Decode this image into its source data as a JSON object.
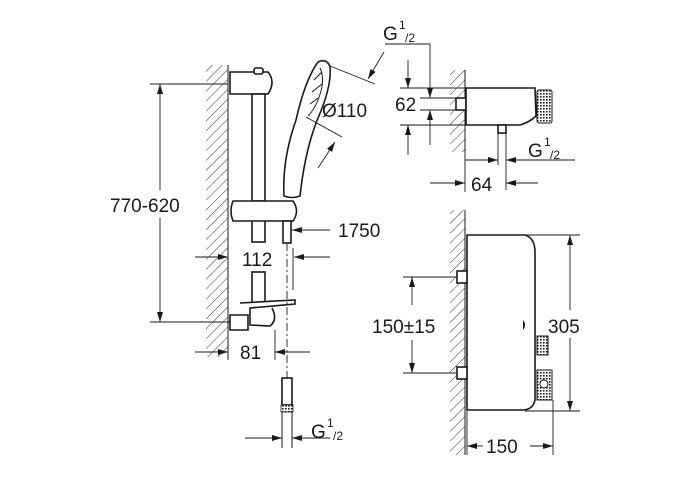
{
  "dimensions": {
    "rail_height": "770-620",
    "hand_shower_diameter": "Ø110",
    "hose_length": "1750",
    "slider_offset": "112",
    "rail_depth": "81",
    "hose_thread": {
      "main": "G",
      "sup": "1",
      "sub": "/2"
    },
    "valve_inlet_thread": {
      "main": "G",
      "sup": "1",
      "sub": "/2"
    },
    "valve_outlet_thread": {
      "main": "G",
      "sup": "1",
      "sub": "/2"
    },
    "valve_height": "62",
    "valve_outlet_offset": "64",
    "valve_inlet_spacing": "150±15",
    "valve_total_height": "305",
    "valve_total_width": "150"
  }
}
